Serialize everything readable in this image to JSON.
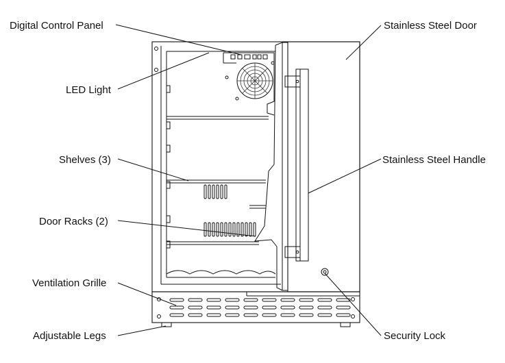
{
  "labels": {
    "digital_control_panel": "Digital Control Panel",
    "led_light": "LED Light",
    "shelves": "Shelves (3)",
    "door_racks": "Door Racks (2)",
    "ventilation_grille": "Ventilation Grille",
    "adjustable_legs": "Adjustable Legs",
    "stainless_steel_door": "Stainless Steel Door",
    "stainless_steel_handle": "Stainless Steel Handle",
    "security_lock": "Security Lock"
  },
  "colors": {
    "line": "#111111",
    "background": "#ffffff"
  }
}
